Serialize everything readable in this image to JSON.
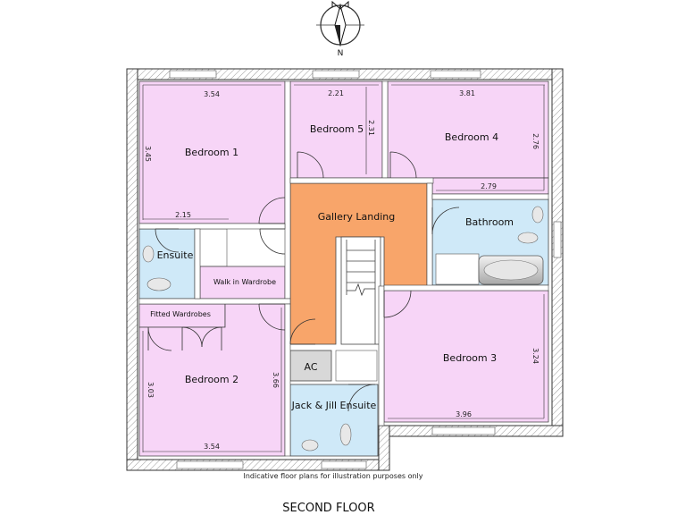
{
  "compass": {
    "north_label": "N"
  },
  "rooms": {
    "bedroom1": "Bedroom 1",
    "bedroom2": "Bedroom 2",
    "bedroom3": "Bedroom 3",
    "bedroom4": "Bedroom 4",
    "bedroom5": "Bedroom 5",
    "gallery_landing": "Gallery Landing",
    "bathroom": "Bathroom",
    "ensuite": "Ensuite",
    "walk_in_wardrobe": "Walk in Wardrobe",
    "fitted_wardrobes": "Fitted Wardrobes",
    "ac": "AC",
    "jack_jill": "Jack & Jill Ensuite"
  },
  "dimensions": {
    "bed1_width": "3.54",
    "bed1_depth": "3.45",
    "bed1_lower": "2.15",
    "bed5_width": "2.21",
    "bed5_depth": "2.31",
    "bed4_width": "3.81",
    "bed4_depth": "2.76",
    "bed4_lower": "2.79",
    "bed2_depth": "3.03",
    "bed2_right": "3.66",
    "bed2_width": "3.54",
    "bed3_depth": "3.24",
    "bed3_width": "3.96"
  },
  "disclaimer": "Indicative floor plans for illustration purposes only",
  "floor_title": "SECOND FLOOR",
  "colors": {
    "bedroom": "#f7d5f7",
    "landing": "#f8a56a",
    "wet_room": "#cfe9f8",
    "wall_hatch": "#bbbbbb"
  }
}
